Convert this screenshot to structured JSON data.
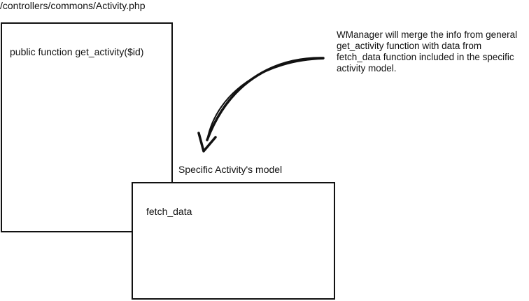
{
  "file_path": "/controllers/commons/Activity.php",
  "controller": {
    "function_signature": "public function get_activity($id)"
  },
  "model": {
    "label": "Specific Activity's model",
    "function_name": "fetch_data"
  },
  "note": {
    "lines": [
      "WManager will merge the info from general",
      "get_activity  function with data from",
      "fetch_data function included in the specific",
      "activity model."
    ]
  },
  "icons": [
    "curved-arrow-icon"
  ]
}
